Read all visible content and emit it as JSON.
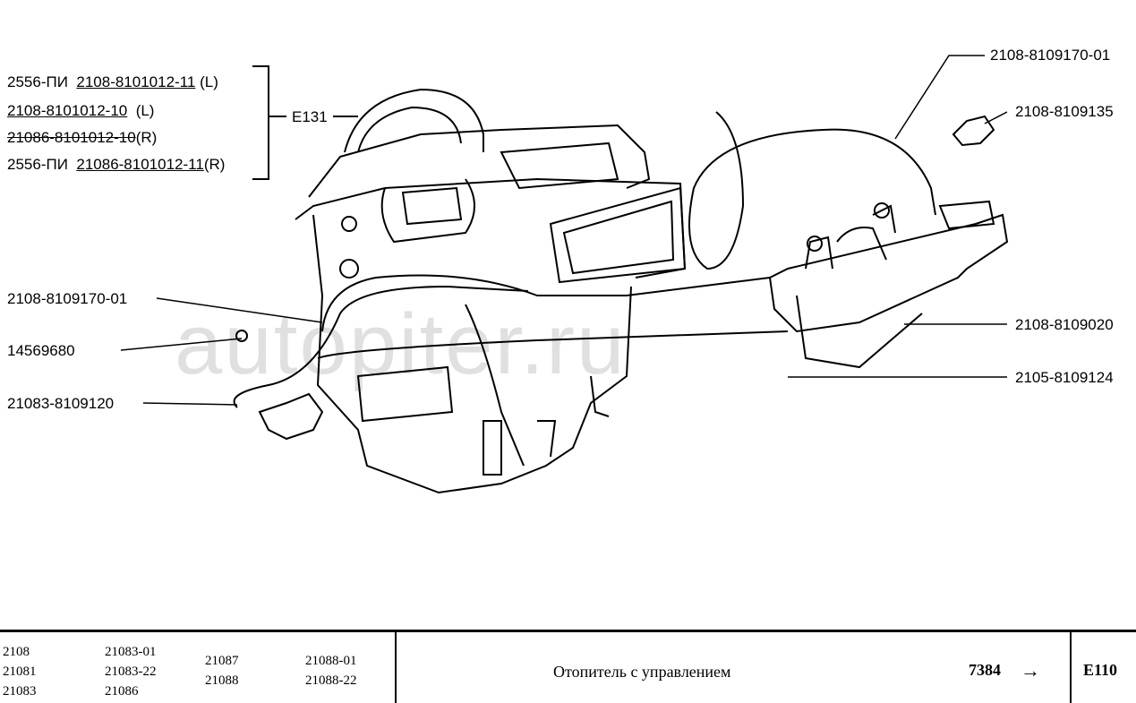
{
  "group_e131": {
    "lines": [
      {
        "prefix": "2556-ПИ",
        "part": "2108-8101012-11",
        "side": "(L)"
      },
      {
        "prefix": "",
        "part": "2108-8101012-10",
        "side": "(L)"
      },
      {
        "prefix": "",
        "part": "21086-8101012-10",
        "side": "(R)"
      },
      {
        "prefix": "2556-ПИ",
        "part": "21086-8101012-11",
        "side": "(R)"
      }
    ],
    "ref": "E131"
  },
  "callouts": {
    "right": [
      "2108-8109170-01",
      "2108-8109135",
      "2108-8109020",
      "2105-8109124"
    ],
    "left": [
      "2108-8109170-01",
      "14569680",
      "21083-8109120"
    ]
  },
  "watermark": "autopiter.ru",
  "footer": {
    "models": [
      "2108",
      "21081",
      "21083",
      "21083-01",
      "21083-22",
      "21086",
      "21087",
      "21088",
      "21088-01",
      "21088-22"
    ],
    "title": "Отопитель с управлением",
    "page": "7384",
    "arrow": "→",
    "ref": "E110"
  }
}
